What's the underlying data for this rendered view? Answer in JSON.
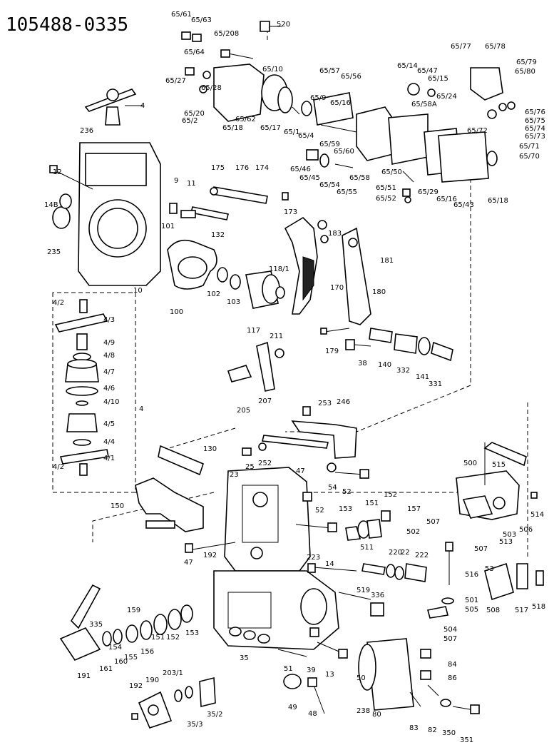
{
  "diagram": {
    "part_number": "105488-0335",
    "labels": [
      "65/61",
      "65/63",
      "520",
      "65/208",
      "65/64",
      "65/10",
      "65/27",
      "65/28",
      "65/20",
      "65/2",
      "65/62",
      "65/18",
      "65/17",
      "65/1",
      "65/57",
      "65/56",
      "65/9",
      "65/16",
      "65/4",
      "65/59",
      "65/60",
      "65/46",
      "65/45",
      "65/54",
      "65/55",
      "65/58",
      "65/50",
      "65/51",
      "65/52",
      "65/14",
      "65/47",
      "65/15",
      "65/58A",
      "65/24",
      "65/77",
      "65/78",
      "65/79",
      "65/80",
      "65/76",
      "65/75",
      "65/74",
      "65/73",
      "65/72",
      "65/71",
      "65/70",
      "65/29",
      "65/16",
      "65/43",
      "65/18",
      "4",
      "236",
      "12",
      "14B",
      "235",
      "9",
      "11",
      "132",
      "175",
      "176",
      "174",
      "173",
      "101",
      "10",
      "183",
      "118/1",
      "170",
      "181",
      "180",
      "100",
      "102",
      "103",
      "117",
      "179",
      "38",
      "140",
      "332",
      "141",
      "331",
      "4/2",
      "4/3",
      "4/9",
      "4/8",
      "4/7",
      "4/6",
      "4/10",
      "4",
      "4/5",
      "4/4",
      "4/1",
      "4/2",
      "211",
      "205",
      "207",
      "253",
      "246",
      "130",
      "252",
      "25",
      "23",
      "47",
      "54",
      "52",
      "150",
      "192",
      "47",
      "500",
      "515",
      "514",
      "52",
      "153",
      "151",
      "152",
      "157",
      "507",
      "502",
      "503",
      "506",
      "513",
      "507",
      "511",
      "220",
      "22",
      "222",
      "223",
      "14",
      "53",
      "516",
      "501",
      "505",
      "504",
      "507",
      "508",
      "517",
      "518",
      "519",
      "336",
      "335",
      "159",
      "155",
      "156",
      "154",
      "151",
      "152",
      "153",
      "191",
      "161",
      "160",
      "35",
      "51",
      "39",
      "13",
      "50",
      "84",
      "86",
      "190",
      "203/1",
      "192",
      "35/3",
      "35/2",
      "49",
      "48",
      "238",
      "80",
      "83",
      "82",
      "350",
      "351"
    ]
  }
}
